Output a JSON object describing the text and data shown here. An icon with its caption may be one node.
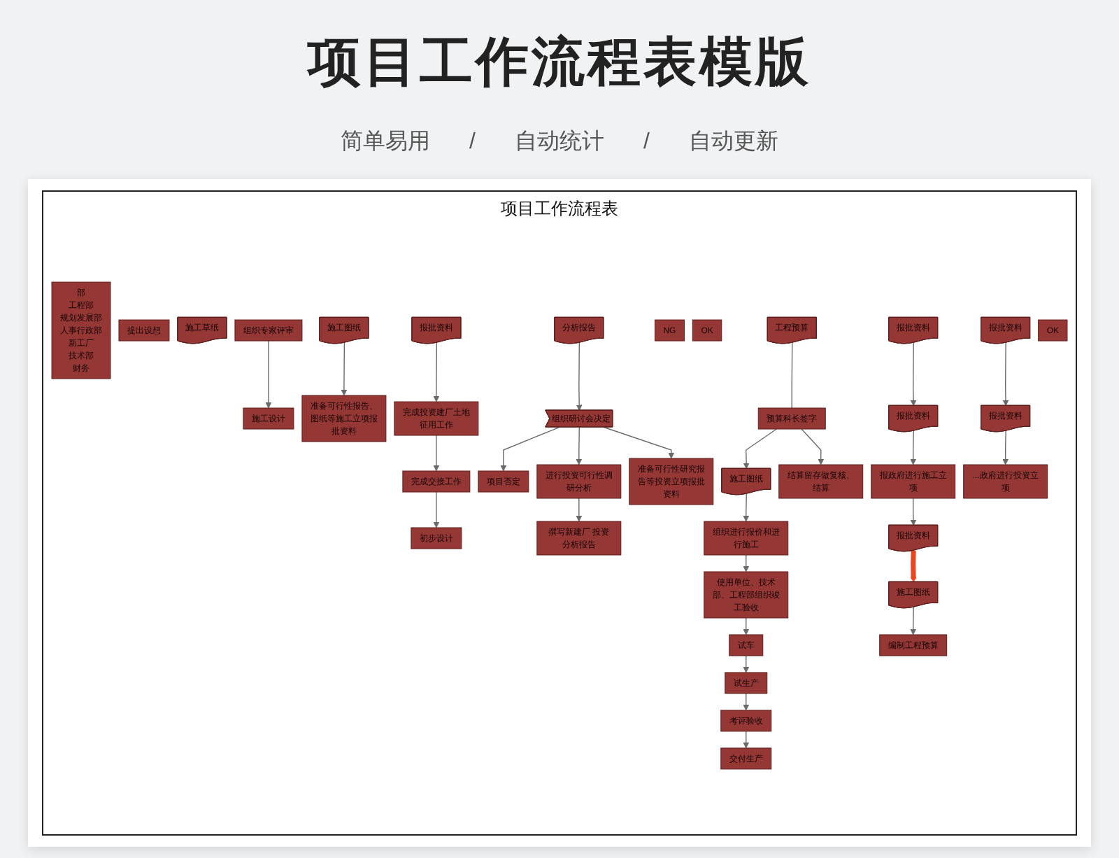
{
  "diagram": {
    "title": "项目工作流程表模版",
    "nodes": [
      {
        "text": [
          "部",
          "工程部",
          "规划发展部",
          "人事行政部",
          "新工厂",
          "技术部",
          "财务"
        ]
      },
      {
        "text": [
          "提出设想"
        ]
      },
      {
        "text": [
          "初步设计"
        ]
      },
      {
        "text": [
          "施工草纸"
        ]
      },
      {
        "text": [
          "施工图纸"
        ]
      },
      {
        "text": [
          "进行投资可行性调研分析"
        ]
      },
      {
        "text": [
          "组织专家评审"
        ]
      },
      {
        "text": [
          "编制工程预算"
        ]
      },
      {
        "text": [
          "撰写新建厂 投资分析报告"
        ]
      },
      {
        "text": [
          "施工设计"
        ]
      },
      {
        "text": [
          "施工图纸"
        ]
      },
      {
        "text": [
          "工程预算"
        ]
      },
      {
        "text": [
          "分析报告"
        ]
      },
      {
        "text": [
          "准备可行性报告、图纸等施工立项报批资料"
        ]
      },
      {
        "text": [
          "预算科长签字"
        ]
      },
      {
        "text": [
          "施工图纸"
        ]
      },
      {
        "text": [
          "组织研讨会决定"
        ]
      },
      {
        "text": [
          "项目否定"
        ]
      },
      {
        "text": [
          "NG"
        ]
      },
      {
        "text": [
          "报批资料"
        ]
      },
      {
        "text": [
          "使用单位、技术部、工程部组织竣工验收"
        ]
      },
      {
        "text": [
          "OK"
        ]
      },
      {
        "text": [
          "报批资料"
        ]
      },
      {
        "text": [
          "结算留存做复核、结算"
        ]
      },
      {
        "text": [
          "组织进行报价和进行施工"
        ]
      },
      {
        "text": [
          "准备可行性研究报告等投资立项报批资料"
        ]
      },
      {
        "text": [
          "报政府进行施工立项"
        ]
      },
      {
        "text": [
          "报批资料"
        ]
      },
      {
        "text": [
          "试车"
        ]
      },
      {
        "text": [
          "报批资料"
        ]
      },
      {
        "text": [
          "报批资料"
        ]
      },
      {
        "text": [
          "试生产"
        ]
      },
      {
        "text": [
          "报批资料"
        ]
      },
      {
        "text": [
          "OK"
        ]
      },
      {
        "text": [
          "...政府进行投资立项"
        ]
      },
      {
        "text": [
          "考评验收"
        ]
      },
      {
        "text": [
          "完成投资建厂土地征用工作"
        ]
      },
      {
        "text": [
          "交付生产"
        ]
      },
      {
        "text": [
          "完成交接工作"
        ]
      }
    ],
    "edges": [
      {
        "from": 5,
        "to": 8,
        "arrow": "to"
      },
      {
        "from": 12,
        "to": 16,
        "arrow": "to"
      },
      {
        "from": 16,
        "to": 17,
        "arrow": "to"
      },
      {
        "from": 16,
        "to": 5,
        "arrow": "to"
      },
      {
        "from": 16,
        "to": 25,
        "arrow": "to"
      },
      {
        "from": 29,
        "to": 30,
        "arrow": "to"
      },
      {
        "from": 30,
        "to": 34,
        "arrow": "to"
      },
      {
        "from": 32,
        "to": 36,
        "arrow": "to"
      },
      {
        "from": 36,
        "to": 38,
        "arrow": "to"
      },
      {
        "from": 38,
        "to": 2,
        "arrow": "to"
      },
      {
        "from": 6,
        "to": 9,
        "arrow": "to"
      },
      {
        "from": 10,
        "to": 13,
        "arrow": "to"
      },
      {
        "from": 22,
        "to": 19,
        "arrow": "to"
      },
      {
        "from": 19,
        "to": 26,
        "arrow": "to"
      },
      {
        "from": 26,
        "to": 27,
        "arrow": "to"
      },
      {
        "from": 27,
        "to": 4,
        "arrow": "to",
        "style": "thick",
        "color": "#e8471f"
      },
      {
        "from": 4,
        "to": 7,
        "arrow": "to"
      },
      {
        "from": 11,
        "to": 14,
        "arrow": "none"
      },
      {
        "from": 14,
        "to": 15,
        "arrow": "to"
      },
      {
        "from": 14,
        "to": 23,
        "arrow": "to"
      },
      {
        "from": 15,
        "to": 24,
        "arrow": "to"
      },
      {
        "from": 24,
        "to": 20,
        "arrow": "to"
      },
      {
        "from": 20,
        "to": 28,
        "arrow": "to"
      },
      {
        "from": 28,
        "to": 31,
        "arrow": "to"
      },
      {
        "from": 31,
        "to": 35,
        "arrow": "to"
      },
      {
        "from": 35,
        "to": 37,
        "arrow": "to"
      }
    ],
    "labels": [
      "简单易用",
      "/",
      "自动统计",
      "/",
      "自动更新",
      "项目工作流程表"
    ]
  }
}
